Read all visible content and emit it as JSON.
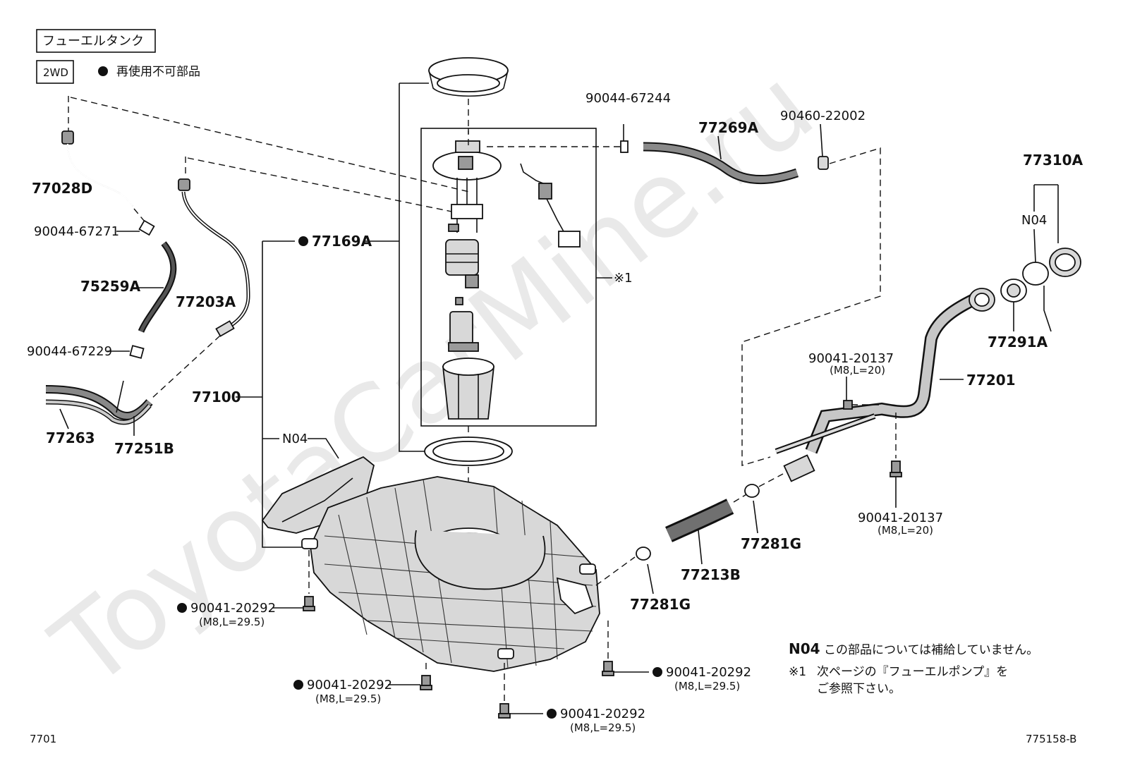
{
  "header": {
    "title": "フューエルタンク",
    "variant": "2WD",
    "legend_text": "再使用不可部品"
  },
  "watermark": "ToyotaCarMine.ru",
  "labels": {
    "p77028D": "77028D",
    "p90044_67271": "90044-67271",
    "p75259A": "75259A",
    "p90044_67229": "90044-67229",
    "p77263": "77263",
    "p77251B": "77251B",
    "p77203A": "77203A",
    "p77169A": "77169A",
    "p77100": "77100",
    "p_n04_left": "N04",
    "p90044_67244": "90044-67244",
    "p77269A": "77269A",
    "p90460_22002": "90460-22002",
    "p_ref1": "※1",
    "p77310A": "77310A",
    "p_n04_right": "N04",
    "p77291A": "77291A",
    "p77201": "77201",
    "p90041_20137_top": "90041-20137",
    "p90041_20137_top_spec": "(M8,L=20)",
    "p90041_20137_bot": "90041-20137",
    "p90041_20137_bot_spec": "(M8,L=20)",
    "p77281G_a": "77281G",
    "p77213B": "77213B",
    "p77281G_b": "77281G",
    "bolt1": "90041-20292",
    "bolt1_spec": "(M8,L=29.5)",
    "bolt2": "90041-20292",
    "bolt2_spec": "(M8,L=29.5)",
    "bolt3": "90041-20292",
    "bolt3_spec": "(M8,L=29.5)",
    "bolt4": "90041-20292",
    "bolt4_spec": "(M8,L=29.5)"
  },
  "notes": {
    "n04_code": "N04",
    "n04_text": "この部品については補給していません。",
    "ref1_code": "※1",
    "ref1_line1": "次ページの『フューエルポンプ』を",
    "ref1_line2": "ご参照下さい。"
  },
  "footer": {
    "page": "7701",
    "figure_id": "775158-B"
  }
}
